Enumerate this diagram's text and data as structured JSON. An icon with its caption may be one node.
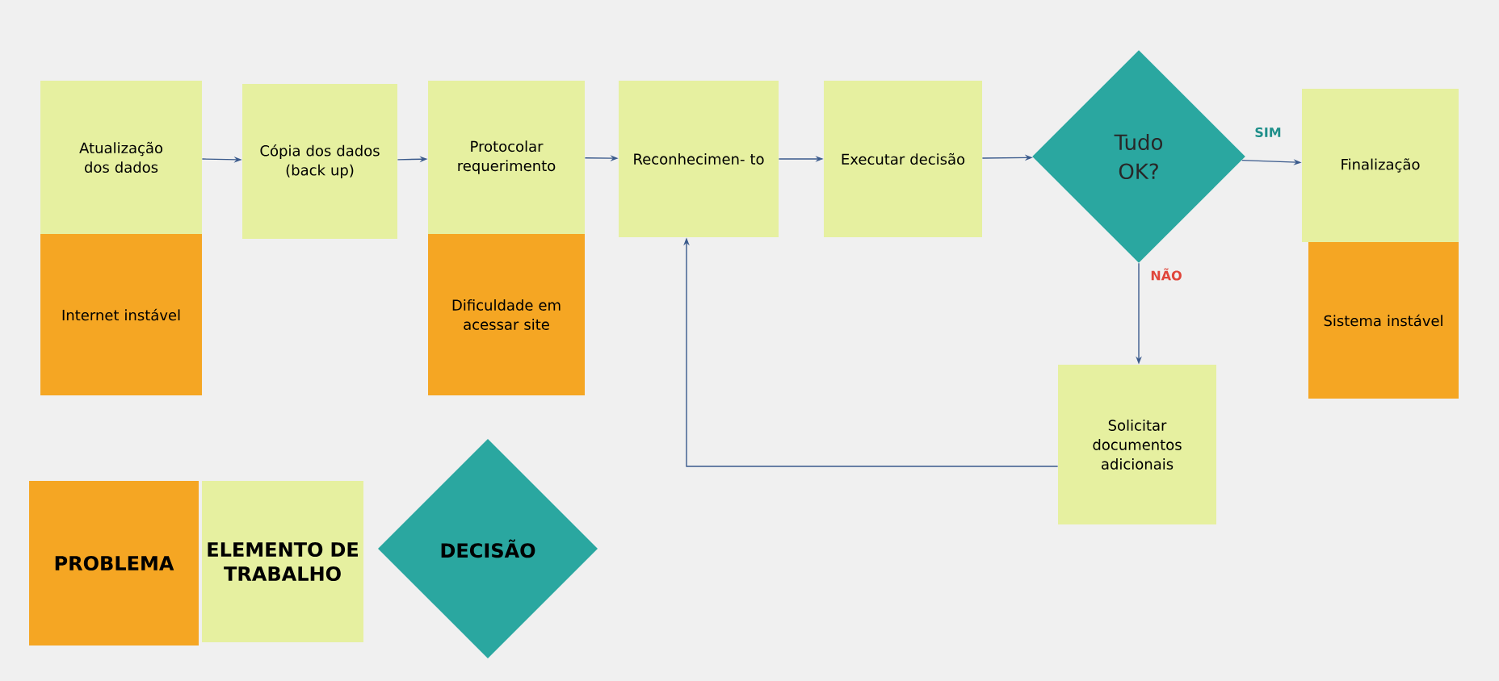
{
  "diagram": {
    "nodes": [
      {
        "text": [
          "Atualização dos dados"
        ]
      },
      {
        "text": [
          "Internet instável"
        ]
      },
      {
        "text": [
          "Cópia dos dados (back up)"
        ]
      },
      {
        "text": [
          "Protocolar requerimento"
        ]
      },
      {
        "text": [
          "Dificuldade em acessar site"
        ]
      },
      {
        "text": [
          "Reconhecimen- to"
        ]
      },
      {
        "text": [
          "Executar decisão"
        ]
      },
      {
        "text": [
          "Tudo OK?"
        ]
      },
      {
        "text": [
          "Finalização"
        ]
      },
      {
        "text": [
          "Sistema instável"
        ]
      },
      {
        "text": [
          "Solicitar documentos adicionais"
        ]
      }
    ],
    "edges": [
      {
        "from": 0,
        "to": 2,
        "arrow": "to"
      },
      {
        "from": 2,
        "to": 3,
        "arrow": "to"
      },
      {
        "from": 3,
        "to": 5,
        "arrow": "to"
      },
      {
        "from": 5,
        "to": 6,
        "arrow": "to"
      },
      {
        "from": 6,
        "to": 7,
        "arrow": "to"
      },
      {
        "from": 7,
        "to": 8,
        "arrow": "to",
        "label": "SIM"
      },
      {
        "from": 7,
        "to": 10,
        "arrow": "to",
        "label": "NÃO"
      },
      {
        "from": 10,
        "to": 5,
        "arrow": "to"
      }
    ],
    "legend": [
      {
        "text": "PROBLEMA",
        "color": "#f5a623"
      },
      {
        "text": "ELEMENTO DE TRABALHO",
        "color": "#e6f0a0"
      },
      {
        "text": "DECISÃO",
        "color": "#2aa7a0"
      }
    ]
  }
}
